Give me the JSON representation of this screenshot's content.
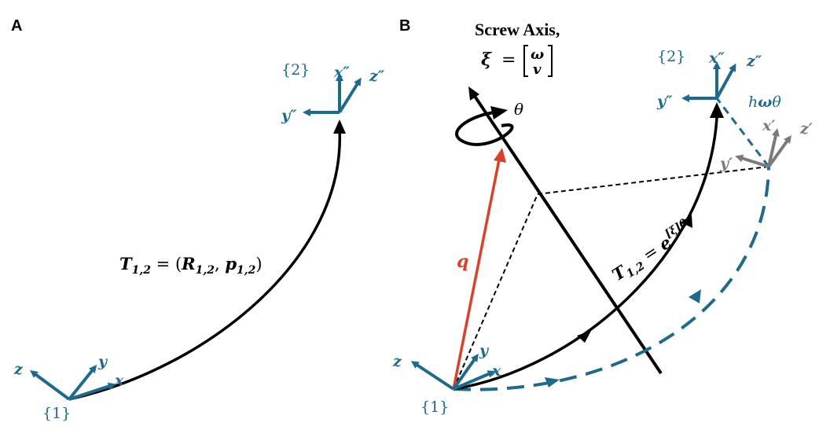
{
  "colors": {
    "frame": "#1f6a8c",
    "gray": "#7a7a7a",
    "red": "#d9412f",
    "black": "#000000"
  },
  "panelA": {
    "label": "A",
    "frame1": "{1}",
    "frame2": "{2}",
    "axes1": {
      "x": "x",
      "y": "y",
      "z": "z"
    },
    "axes2": {
      "x": "x″",
      "y": "y″",
      "z": "z″"
    },
    "transform": {
      "T": "T",
      "sub": "1,2",
      "eq": " = (",
      "R": "R",
      "Rsub": "1,2",
      "comma": ", ",
      "p": "p",
      "psub": "1,2",
      "close": ")"
    }
  },
  "panelB": {
    "label": "B",
    "screw_title": "Screw Axis,",
    "xi": "ξ",
    "eq": "=",
    "omega": "ω",
    "v": "v",
    "theta": "θ",
    "q": "q",
    "frame1": "{1}",
    "frame2": "{2}",
    "axes1": {
      "x": "x",
      "y": "y",
      "z": "z"
    },
    "axes2": {
      "x": "x″",
      "y": "y″",
      "z": "z″"
    },
    "axesPrime": {
      "x": "x′",
      "y": "y′",
      "z": "z′"
    },
    "h_label": "h",
    "h_omega": "ω",
    "h_theta": "θ",
    "transform": {
      "T": "T",
      "sub": "1,2",
      "eq": " = ",
      "e": "e",
      "exp": "[ξ]θ"
    }
  }
}
